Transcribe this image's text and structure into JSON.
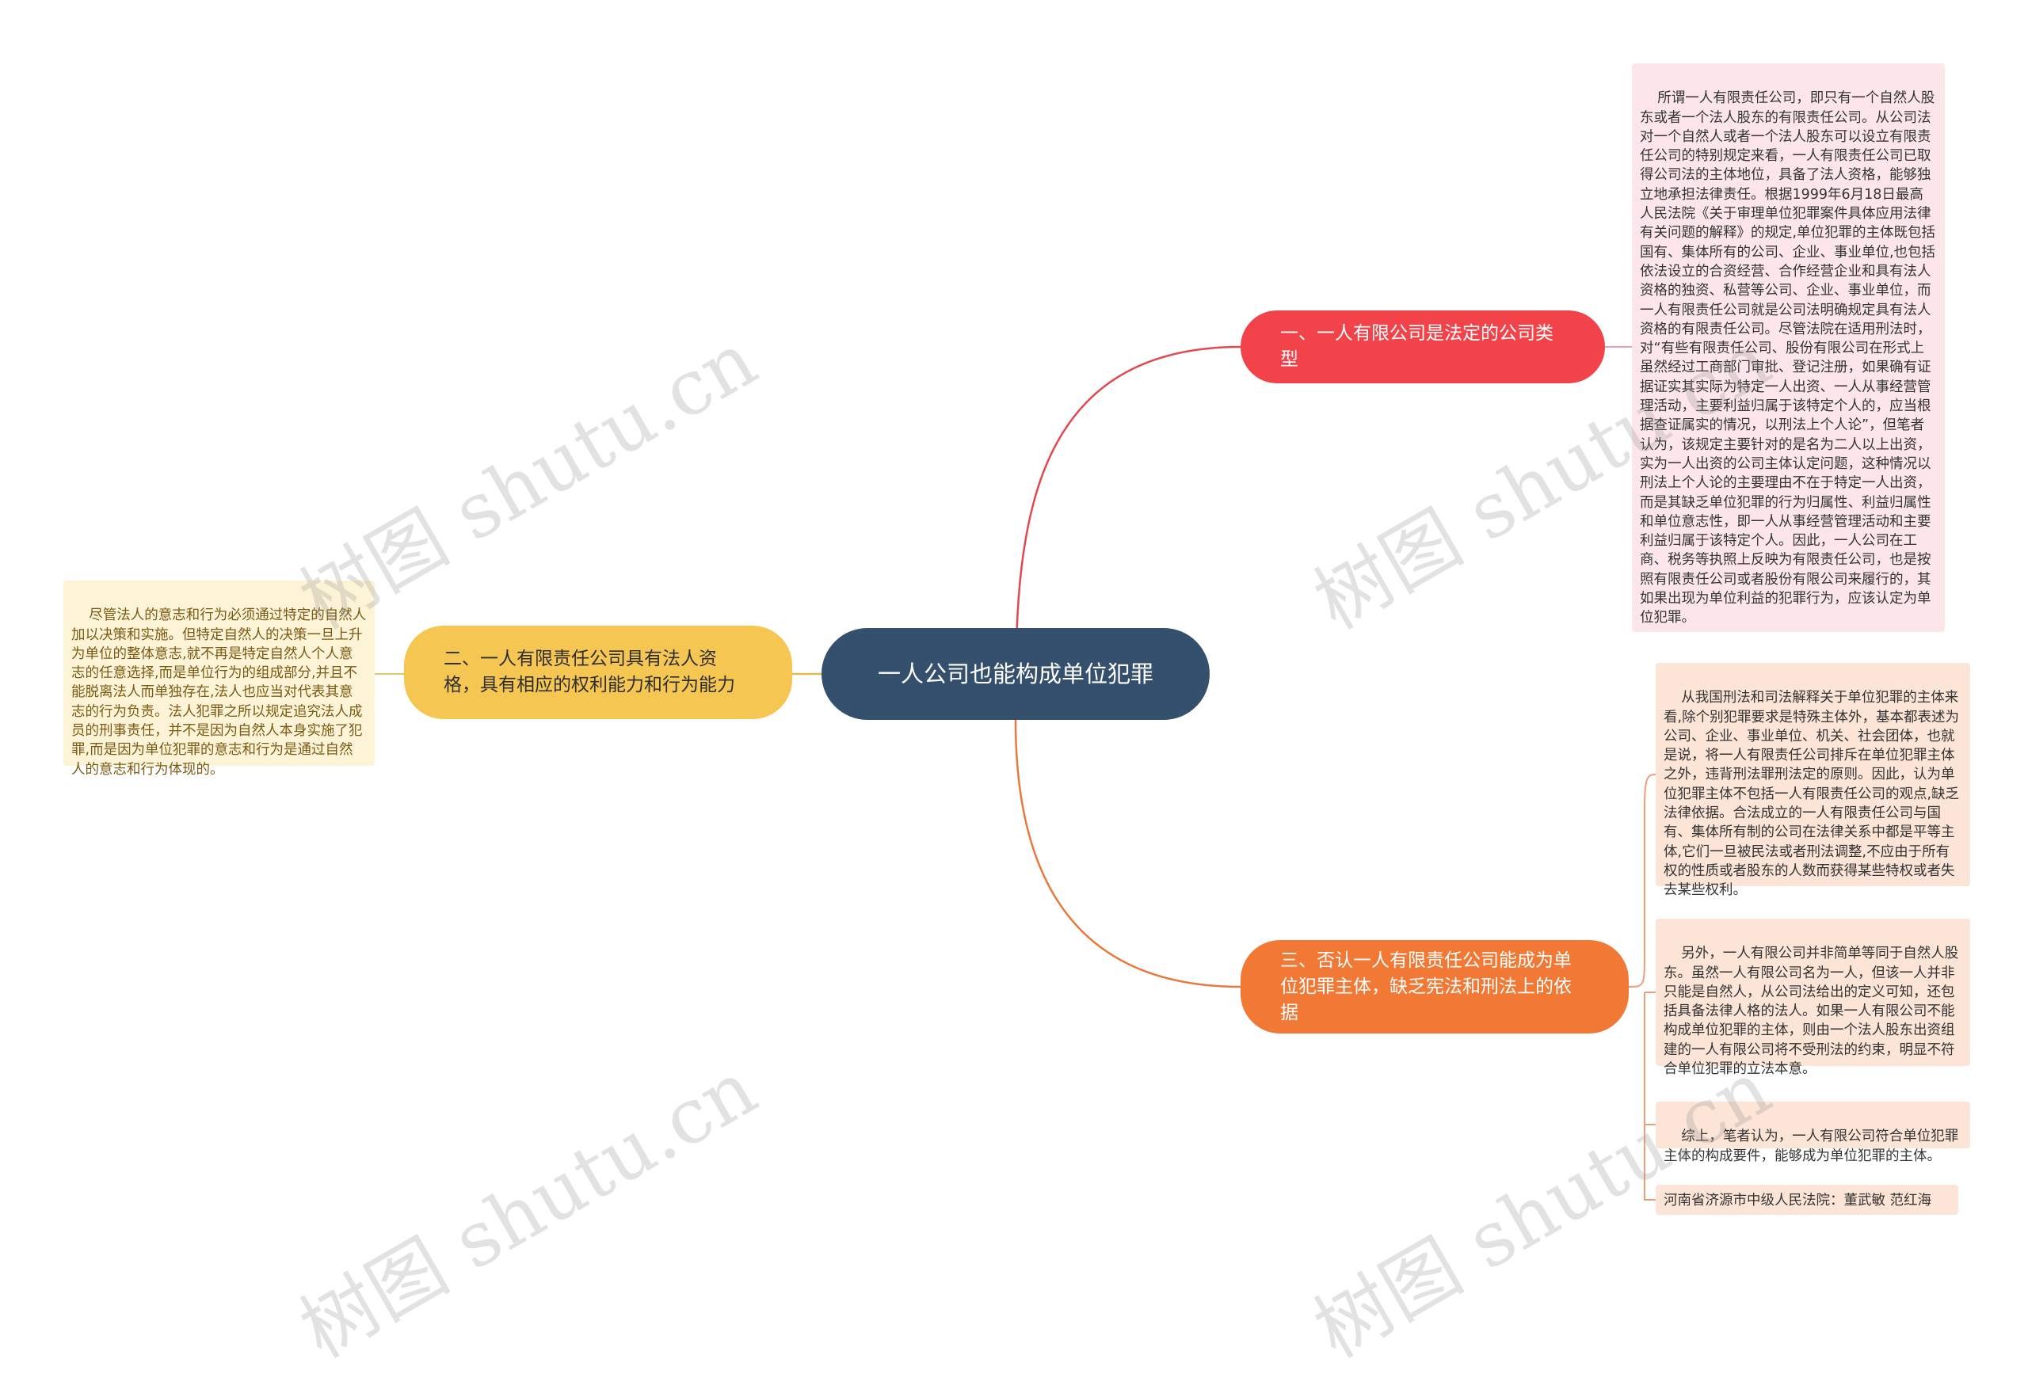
{
  "center": {
    "label": "一人公司也能构成单位犯罪"
  },
  "branches": [
    {
      "label": "一、一人有限公司是法定的公司类型",
      "color": "#f2434a"
    },
    {
      "label": "二、一人有限责任公司具有法人资格，具有相应的权利能力和行为能力",
      "color": "#f6c652"
    },
    {
      "label": "三、否认一人有限责任公司能成为单位犯罪主体，缺乏宪法和刑法上的依据",
      "color": "#f17935"
    }
  ],
  "leaves": {
    "b1_1": "所谓一人有限责任公司，即只有一个自然人股东或者一个法人股东的有限责任公司。从公司法对一个自然人或者一个法人股东可以设立有限责任公司的特别规定来看，一人有限责任公司已取得公司法的主体地位，具备了法人资格，能够独立地承担法律责任。根据1999年6月18日最高人民法院《关于审理单位犯罪案件具体应用法律有关问题的解释》的规定,单位犯罪的主体既包括国有、集体所有的公司、企业、事业单位,也包括依法设立的合资经营、合作经营企业和具有法人资格的独资、私营等公司、企业、事业单位，而一人有限责任公司就是公司法明确规定具有法人资格的有限责任公司。尽管法院在适用刑法时，对“有些有限责任公司、股份有限公司在形式上虽然经过工商部门审批、登记注册，如果确有证据证实其实际为特定一人出资、一人从事经营管理活动，主要利益归属于该特定个人的，应当根据查证属实的情况，以刑法上个人论”，但笔者认为，该规定主要针对的是名为二人以上出资，实为一人出资的公司主体认定问题，这种情况以刑法上个人论的主要理由不在于特定一人出资，而是其缺乏单位犯罪的行为归属性、利益归属性和单位意志性，即一人从事经营管理活动和主要利益归属于该特定个人。因此，一人公司在工商、税务等执照上反映为有限责任公司，也是按照有限责任公司或者股份有限公司来履行的，其如果出现为单位利益的犯罪行为，应该认定为单位犯罪。",
    "b2_1": "尽管法人的意志和行为必须通过特定的自然人加以决策和实施。但特定自然人的决策一旦上升为单位的整体意志,就不再是特定自然人个人意志的任意选择,而是单位行为的组成部分,并且不能脱离法人而单独存在,法人也应当对代表其意志的行为负责。法人犯罪之所以规定追究法人成员的刑事责任，并不是因为自然人本身实施了犯罪,而是因为单位犯罪的意志和行为是通过自然人的意志和行为体现的。",
    "b3_1": "从我国刑法和司法解释关于单位犯罪的主体来看,除个别犯罪要求是特殊主体外，基本都表述为公司、企业、事业单位、机关、社会团体，也就是说，将一人有限责任公司排斥在单位犯罪主体之外，违背刑法罪刑法定的原则。因此，认为单位犯罪主体不包括一人有限责任公司的观点,缺乏法律依据。合法成立的一人有限责任公司与国有、集体所有制的公司在法律关系中都是平等主体,它们一旦被民法或者刑法调整,不应由于所有权的性质或者股东的人数而获得某些特权或者失去某些权利。",
    "b3_2": "另外，一人有限公司并非简单等同于自然人股东。虽然一人有限公司名为一人，但该一人并非只能是自然人，从公司法给出的定义可知，还包括具备法律人格的法人。如果一人有限公司不能构成单位犯罪的主体，则由一个法人股东出资组建的一人有限公司将不受刑法的约束，明显不符合单位犯罪的立法本意。",
    "b3_3": "综上，笔者认为，一人有限公司符合单位犯罪主体的构成要件，能够成为单位犯罪的主体。",
    "b3_4": "河南省济源市中级人民法院：董武敏 范红海"
  },
  "watermark": "树图 shutu.cn"
}
